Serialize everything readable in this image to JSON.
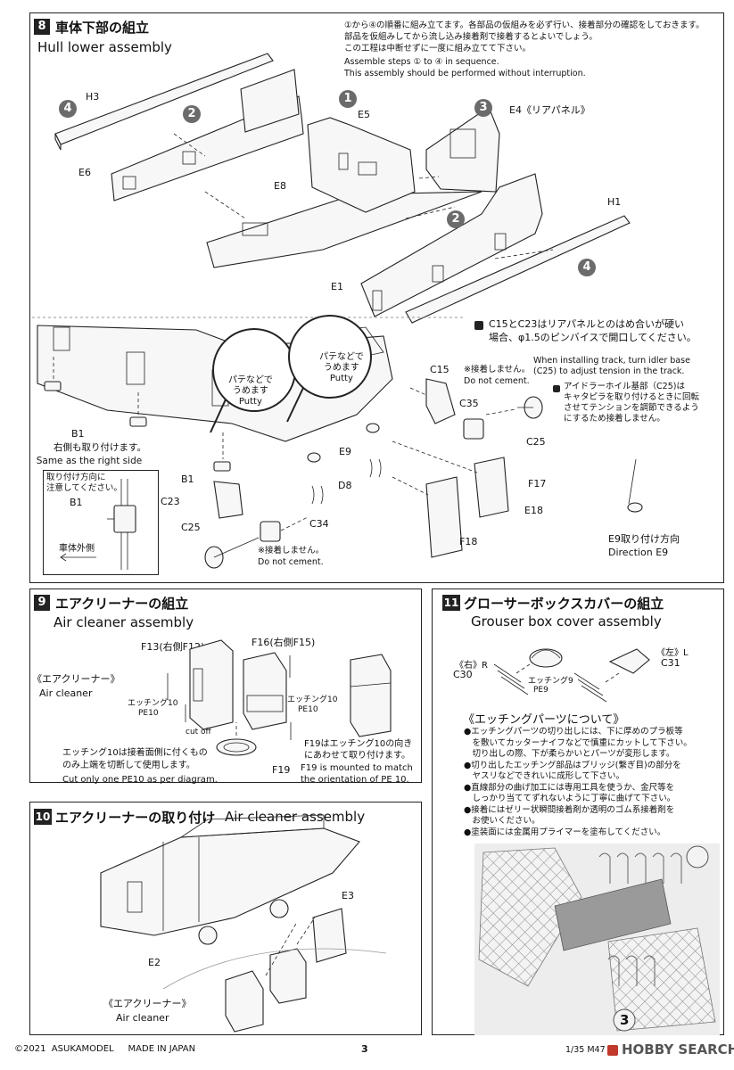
{
  "step8": {
    "number": "8",
    "title_jp": "車体下部の組立",
    "title_en": "Hull lower assembly",
    "notes": [
      "①から④の順番に組み立てます。各部品の仮組みを必ず行い、接着部分の確認をしておきます。",
      "部品を仮組みしてから流し込み接着剤で接着するとよいでしょう。",
      "この工程は中断せずに一度に組み立てて下さい。",
      "Assemble steps ① to ④ in sequence.",
      "This assembly should be performed without interruption."
    ],
    "parts": {
      "h3": "H3",
      "e6": "E6",
      "e8": "E8",
      "e5": "E5",
      "e4": "E4《リアパネル》",
      "h1": "H1",
      "e1": "E1"
    },
    "circles": [
      "1",
      "2",
      "3",
      "4"
    ]
  },
  "detail8": {
    "note_c15": [
      "C15とC23はリアパネルとのはめ合いが硬い",
      "場合、φ1.5のピンバイスで開口してください。"
    ],
    "note_idler_en": [
      "When installing track, turn idler base",
      "(C25) to adjust tension in the track."
    ],
    "note_idler_jp": [
      "アイドラーホイル基部（C25)は",
      "キャタピラを取り付けるときに回転",
      "させてテンションを調節できるよう",
      "にするため接着しません。"
    ],
    "no_cement_jp": "※接着しません。",
    "no_cement_en": "Do not cement.",
    "putty_jp": [
      "パテなどで",
      "うめます"
    ],
    "putty_en": "Putty",
    "b1": "B1",
    "b1_note_jp": "右側も取り付けます。",
    "b1_note_en": "Same as the right side",
    "inset_title": [
      "取り付け方向に",
      "注意してください。"
    ],
    "inset_b1": "B1",
    "inset_hull": "車体外側",
    "labels": {
      "c15": "C15",
      "c35": "C35",
      "c25a": "C25",
      "e9": "E9",
      "d8": "D8",
      "c23": "C23",
      "c34": "C34",
      "c25b": "C25",
      "f17": "F17",
      "e18": "E18",
      "f18": "F18"
    },
    "e9_direction": [
      "E9取り付け方向",
      "Direction E9"
    ]
  },
  "step9": {
    "number": "9",
    "title_jp": "エアクリーナーの組立",
    "title_en": "Air cleaner assembly",
    "f13": "F13(右側F12)",
    "f16": "F16(右側F15)",
    "air_cleaner_jp": "《エアクリーナー》",
    "air_cleaner_en": "Air cleaner",
    "etch_label": [
      "エッチング10",
      "PE10"
    ],
    "cut_off": "cut off",
    "note_jp": [
      "エッチング10は接着面側に付くもの",
      "のみ上端を切断して使用します。"
    ],
    "note_en": "Cut only one PE10 as per diagram.",
    "f19_note_jp": [
      "F19はエッチング10の向き",
      "にあわせて取り付けます。"
    ],
    "f19": "F19",
    "f19_note_en": [
      "F19 is mounted to match",
      "the orientation of PE 10."
    ]
  },
  "step10": {
    "number": "10",
    "title_jp": "エアクリーナーの取り付け",
    "title_en": "Air cleaner assembly",
    "e3": "E3",
    "e2": "E2",
    "air_cleaner_jp": "《エアクリーナー》",
    "air_cleaner_en": "Air cleaner"
  },
  "step11": {
    "number": "11",
    "title_jp": "グローサーボックスカバーの組立",
    "title_en": "Grouser box cover assembly",
    "right_jp": "《右》R",
    "left_jp": "《左》L",
    "c30": "C30",
    "c31": "C31",
    "etch9": [
      "エッチング9",
      "PE9"
    ],
    "etching_title": "《エッチングパーツについて》",
    "etching_notes": [
      "●エッチングパーツの切り出しには、下に厚めのプラ板等",
      "　を敷いてカッターナイフなどで慎重にカットして下さい。",
      "　切り出しの際、下が柔らかいとパーツが変形します。",
      "●切り出したエッチング部品はブリッジ(繋ぎ目)の部分を",
      "　ヤスリなどできれいに成形して下さい。",
      "●直線部分の曲げ加工には専用工具を使うか、金尺等を",
      "　しっかり当ててずれないように丁寧に曲げて下さい。",
      "●接着にはゼリー状瞬間接着剤か透明のゴム系接着剤を",
      "　お使いください。",
      "●塗装面には金属用プライマーを塗布してください。"
    ],
    "sheet_number": "3"
  },
  "footer": {
    "copyright": "©2021  ASUKAMODEL     MADE IN JAPAN",
    "page": "3",
    "product": "1/35 M47",
    "watermark": "HOBBY SEARCH"
  }
}
